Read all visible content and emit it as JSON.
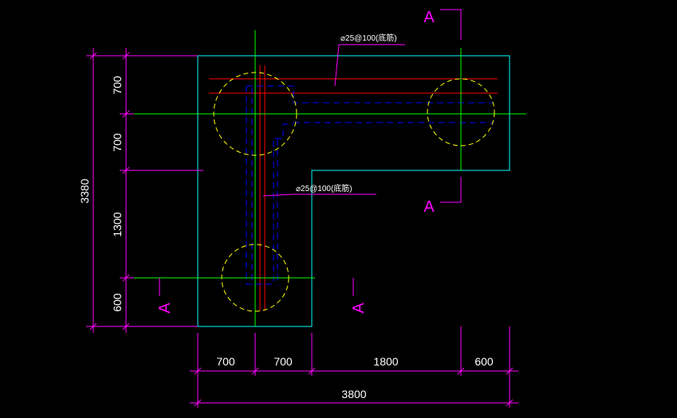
{
  "drawing": {
    "dimensions": {
      "left": [
        "700",
        "700",
        "1300",
        "600"
      ],
      "left_total": "3380",
      "bottom": [
        "700",
        "700",
        "1800",
        "600"
      ],
      "bottom_total": "3800"
    },
    "section_marks": {
      "top_right_upper": "A",
      "top_right_lower": "A",
      "bottom_left": "A",
      "bottom_right": "A"
    },
    "rebar_notes": {
      "horizontal_arm": "⌀25@100(底筋)",
      "vertical_arm": "⌀25@100(底筋)"
    }
  },
  "colors": {
    "background": "#000000",
    "outline": "#00ffff",
    "centerline": "#00ff00",
    "dimension": "#ff00ff",
    "rebar": "#ff0000",
    "hidden": "#0000ff",
    "pile": "#ffff00",
    "text": "#ffffff"
  }
}
